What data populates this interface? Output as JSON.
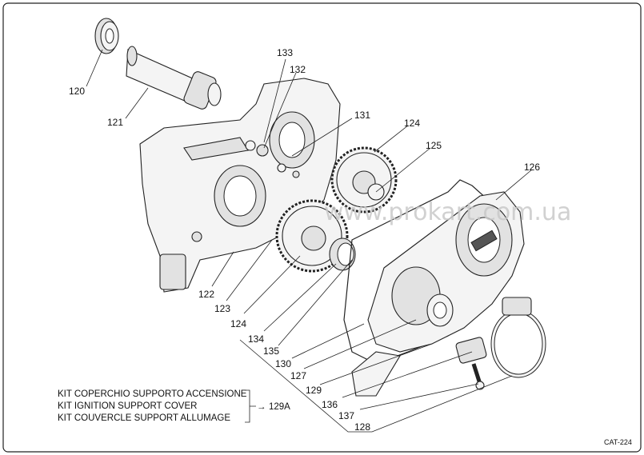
{
  "callouts": [
    "120",
    "121",
    "133",
    "132",
    "131",
    "124",
    "125",
    "126",
    "122",
    "123",
    "124",
    "134",
    "135",
    "130",
    "127",
    "129",
    "136",
    "137",
    "128"
  ],
  "kit": {
    "lines": [
      "KIT COPERCHIO SUPPORTO ACCENSIONE",
      "KIT IGNITION SUPPORT COVER",
      "KIT COUVERCLE SUPPORT ALLUMAGE"
    ],
    "ref": "129A",
    "arrow": "→"
  },
  "watermark": "www.prokart.com.ua",
  "catalog_code": "CAT-224"
}
